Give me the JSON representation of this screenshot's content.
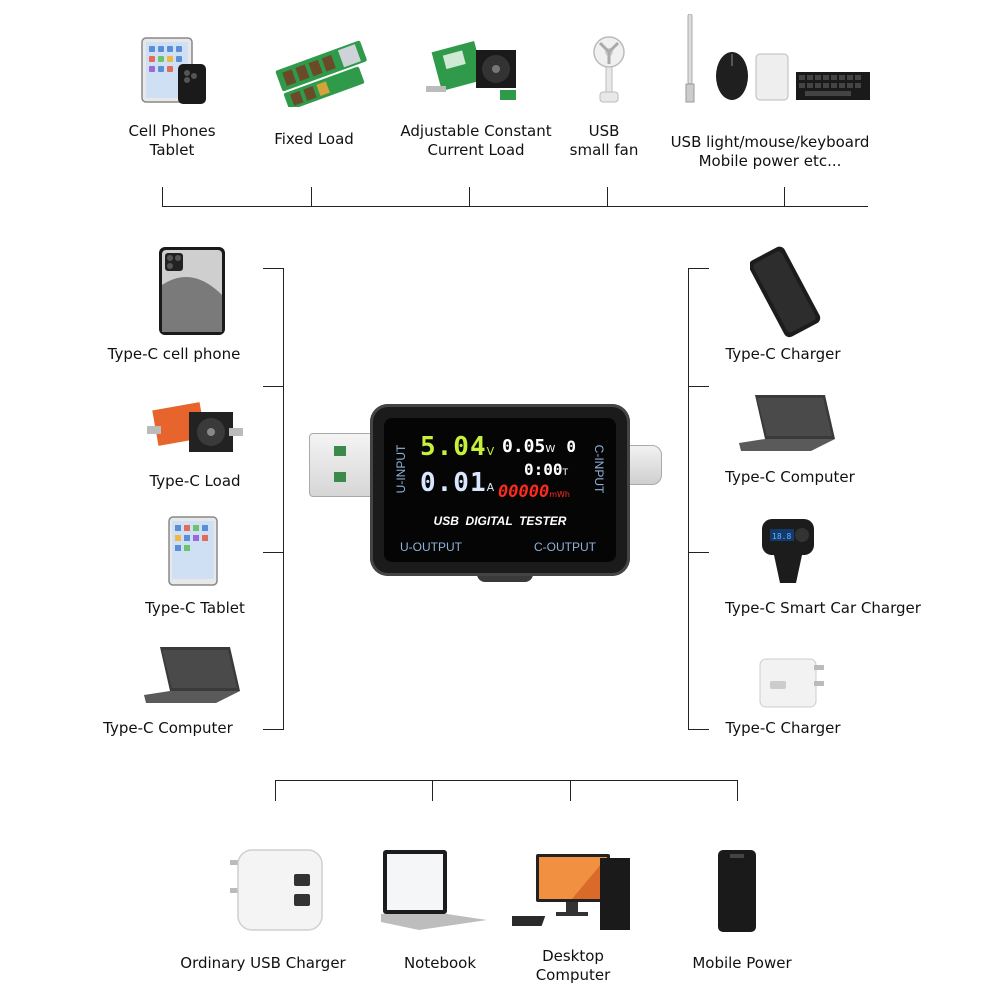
{
  "top": {
    "items": [
      {
        "line1": "Cell Phones",
        "line2": "Tablet"
      },
      {
        "line1": "Fixed Load",
        "line2": ""
      },
      {
        "line1": "Adjustable Constant",
        "line2": "Current Load"
      },
      {
        "line1": "USB",
        "line2": "small fan"
      },
      {
        "line1": "USB light/mouse/keyboard",
        "line2": "Mobile power etc..."
      }
    ]
  },
  "left": {
    "items": [
      {
        "label": "Type-C cell phone"
      },
      {
        "label": "Type-C Load"
      },
      {
        "label": "Type-C Tablet"
      },
      {
        "label": "Type-C Computer"
      }
    ]
  },
  "right": {
    "items": [
      {
        "label": "Type-C Charger"
      },
      {
        "label": "Type-C Computer"
      },
      {
        "label": "Type-C Smart Car Charger"
      },
      {
        "label": "Type-C Charger"
      }
    ]
  },
  "bottom": {
    "items": [
      {
        "line1": "Ordinary USB Charger",
        "line2": ""
      },
      {
        "line1": "Notebook",
        "line2": ""
      },
      {
        "line1": "Desktop",
        "line2": "Computer"
      },
      {
        "line1": "Mobile Power",
        "line2": ""
      }
    ]
  },
  "device": {
    "u_input": "U-INPUT",
    "c_input": "C-INPUT",
    "u_output": "U-OUTPUT",
    "c_output": "C-OUTPUT",
    "title": "USB  DIGITAL  TESTER",
    "voltage": "5.04",
    "voltage_unit": "V",
    "power": "0.05",
    "power_unit": "W",
    "power_extra": "0",
    "current": "0.01",
    "current_unit": "A",
    "time": "0:00",
    "time_unit": "T",
    "energy": "00000",
    "energy_unit": "mWh",
    "colors": {
      "voltage": "#c6f03a",
      "current": "#d8e6ff",
      "energy": "#ff2a1f",
      "text": "#ffffff"
    }
  }
}
